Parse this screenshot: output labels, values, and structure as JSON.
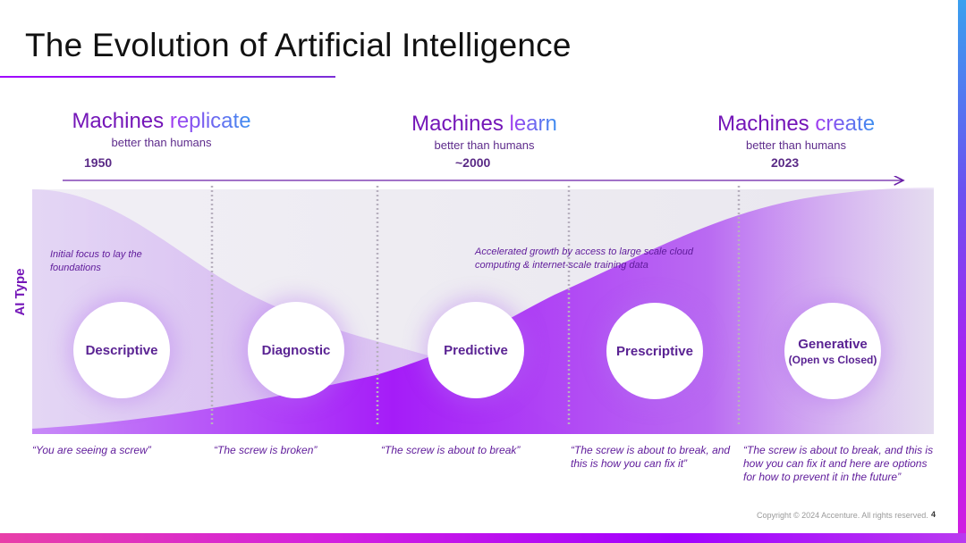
{
  "title": "The Evolution of Artificial Intelligence",
  "eras": [
    {
      "prefix": "Machines ",
      "accent": "replicate",
      "sub": "better than humans",
      "year": "1950"
    },
    {
      "prefix": "Machines ",
      "accent": "learn",
      "sub": "better than humans",
      "year": "~2000"
    },
    {
      "prefix": "Machines ",
      "accent": "create",
      "sub": "better than humans",
      "year": "2023"
    }
  ],
  "y_axis_label": "AI Type",
  "notes": {
    "initial": "Initial focus to lay the foundations",
    "accelerated": "Accelerated growth by access to large scale cloud computing & internet-scale training data"
  },
  "ai_types": [
    {
      "label": "Descriptive",
      "sublabel": "",
      "quote": "“You are seeing a screw”"
    },
    {
      "label": "Diagnostic",
      "sublabel": "",
      "quote": "“The screw is broken”"
    },
    {
      "label": "Predictive",
      "sublabel": "",
      "quote": "“The screw is about to break”"
    },
    {
      "label": "Prescriptive",
      "sublabel": "",
      "quote": "“The screw is about to break, and this is how you can fix it”"
    },
    {
      "label": "Generative",
      "sublabel": "(Open vs Closed)",
      "quote": "“The screw is about to break, and this is how you can fix it and here are options for how to prevent it in the future”"
    }
  ],
  "colors": {
    "accent": "#a100ff",
    "deep_purple": "#5a2393",
    "blue": "#3d8ff0"
  },
  "footer": {
    "copyright": "Copyright © 2024 Accenture. All rights reserved.",
    "page": "4"
  }
}
